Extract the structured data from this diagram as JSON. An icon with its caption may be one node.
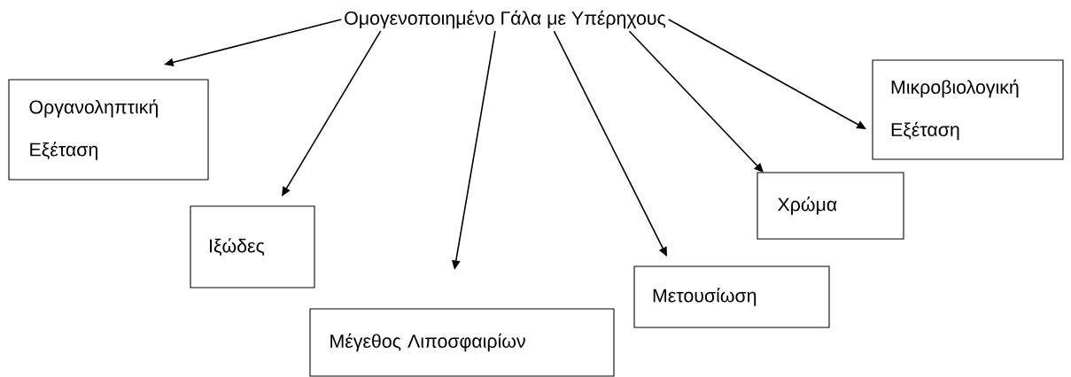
{
  "diagram": {
    "nodes": [
      {
        "text": [
          "Ομογενοποιημένο Γάλα με Υπέρηχους"
        ]
      },
      {
        "text": [
          "Οργανοληπτική Εξέταση"
        ]
      },
      {
        "text": [
          "Ιξώδες"
        ]
      },
      {
        "text": [
          "Μέγεθος Λιποσφαιρίων"
        ]
      },
      {
        "text": [
          "Μετουσίωση"
        ]
      },
      {
        "text": [
          "Χρώμα"
        ]
      },
      {
        "text": [
          "Μικροβιολογική Εξέταση"
        ]
      }
    ],
    "edges": [
      {
        "from": 0,
        "to": 1,
        "arrow": "to"
      },
      {
        "from": 0,
        "to": 2,
        "arrow": "to"
      },
      {
        "from": 0,
        "to": 3,
        "arrow": "to"
      },
      {
        "from": 0,
        "to": 4,
        "arrow": "to"
      },
      {
        "from": 0,
        "to": 5,
        "arrow": "to"
      },
      {
        "from": 0,
        "to": 6,
        "arrow": "to"
      }
    ]
  }
}
